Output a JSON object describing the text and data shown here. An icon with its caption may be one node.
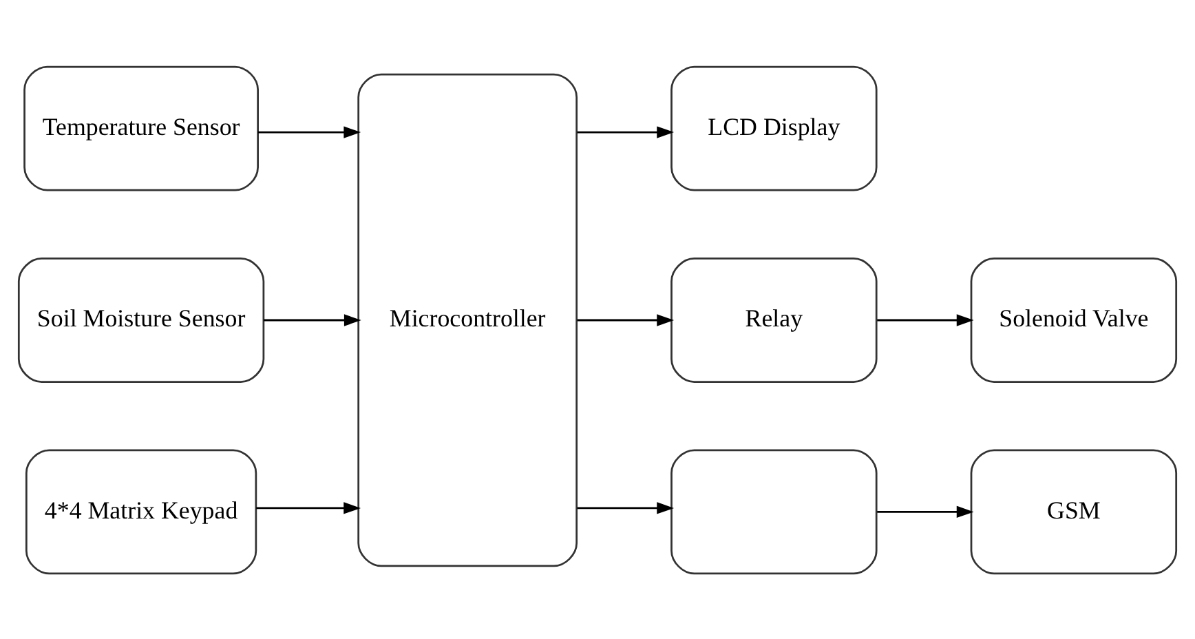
{
  "diagram": {
    "nodes": [
      {
        "text": [
          "Temperature Sensor"
        ]
      },
      {
        "text": [
          "Soil Moisture Sensor"
        ]
      },
      {
        "text": [
          "4*4 Matrix Keypad"
        ]
      },
      {
        "text": [
          "Microcontroller"
        ]
      },
      {
        "text": [
          "LCD Display"
        ]
      },
      {
        "text": [
          "Relay"
        ]
      },
      {
        "text": [
          "Solenoid Valve"
        ]
      },
      {
        "text": [],
        "shape": "box"
      },
      {
        "text": [
          "GSM"
        ]
      }
    ],
    "edges": [
      {
        "from": 0,
        "to": 3,
        "arrow": "to"
      },
      {
        "from": 1,
        "to": 3,
        "arrow": "to"
      },
      {
        "from": 2,
        "to": 3,
        "arrow": "to"
      },
      {
        "from": 3,
        "to": 4,
        "arrow": "to"
      },
      {
        "from": 3,
        "to": 5,
        "arrow": "to"
      },
      {
        "from": 5,
        "to": 6,
        "arrow": "to"
      },
      {
        "from": 3,
        "to": 7,
        "arrow": "to"
      },
      {
        "from": 7,
        "to": 8,
        "arrow": "to"
      }
    ]
  }
}
